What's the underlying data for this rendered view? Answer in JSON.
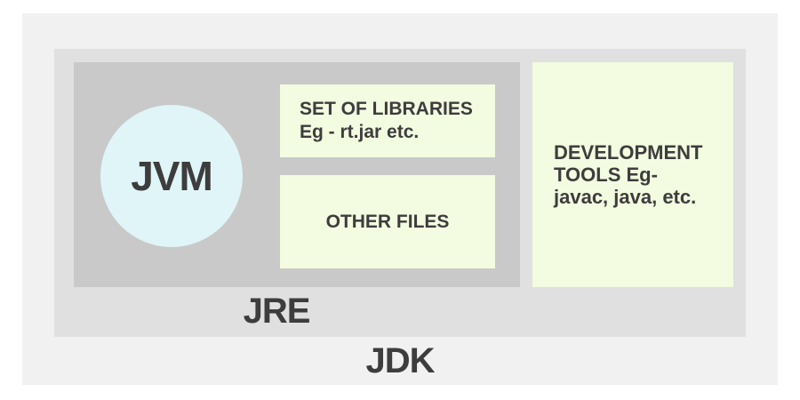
{
  "diagram": {
    "jdk": {
      "label": "JDK"
    },
    "jre": {
      "label": "JRE"
    },
    "jvm": {
      "label": "JVM"
    },
    "libraries": {
      "line1": "SET OF LIBRARIES",
      "line2": "Eg - rt.jar etc."
    },
    "other_files": {
      "label": "OTHER FILES"
    },
    "dev_tools": {
      "text": "DEVELOPMENT TOOLS Eg- javac, java, etc."
    },
    "colors": {
      "page_bg": "#ffffff",
      "outer_panel_bg": "#f1f1f1",
      "jdk_box_bg": "#e0e0e0",
      "jre_box_bg": "#c9c9c9",
      "note_box_bg": "#f3fbe0",
      "jvm_circle_bg": "#e0f5f7",
      "text": "#3d3d3d"
    }
  }
}
